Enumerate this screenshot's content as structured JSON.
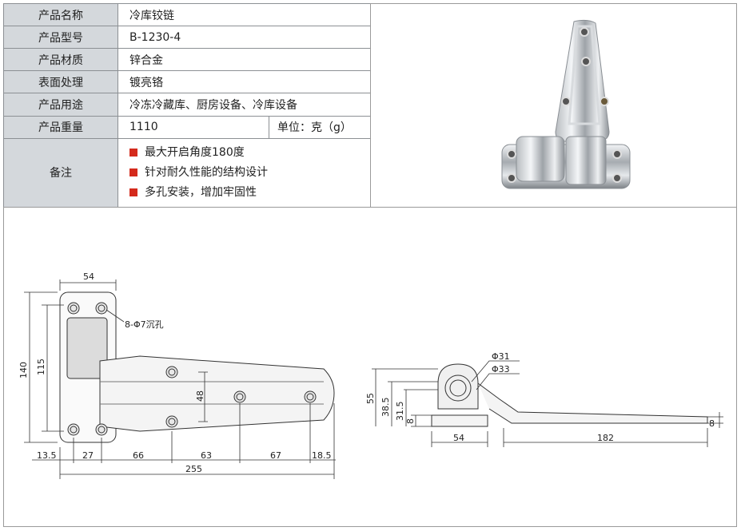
{
  "spec": {
    "name_label": "产品名称",
    "name_value": "冷库铰链",
    "model_label": "产品型号",
    "model_value": "B-1230-4",
    "material_label": "产品材质",
    "material_value": "锌合金",
    "surface_label": "表面处理",
    "surface_value": "镀亮铬",
    "usage_label": "产品用途",
    "usage_value": "冷冻冷藏库、厨房设备、冷库设备",
    "weight_label": "产品重量",
    "weight_value": "1110",
    "weight_unit": "单位：克（g）",
    "notes_label": "备注",
    "notes": [
      "最大开启角度180度",
      "针对耐久性能的结构设计",
      "多孔安装，增加牢固性"
    ]
  },
  "drawing": {
    "front": {
      "top_width": "54",
      "hole_note": "8-Φ7沉孔",
      "height_total": "140",
      "height_inner": "115",
      "hole_spacing": "48",
      "bottom_dims": [
        "13.5",
        "27",
        "66",
        "63",
        "67",
        "18.5"
      ],
      "overall": "255"
    },
    "side": {
      "dia_inner": "Φ31",
      "dia_outer": "Φ33",
      "heights": [
        "55",
        "38.5",
        "31.5",
        "8"
      ],
      "base_width": "54",
      "arm_length": "182",
      "arm_thickness": "8"
    }
  },
  "colors": {
    "label_bg": "#d4d8dc",
    "bullet": "#d42a1c",
    "border": "#8c9094"
  }
}
